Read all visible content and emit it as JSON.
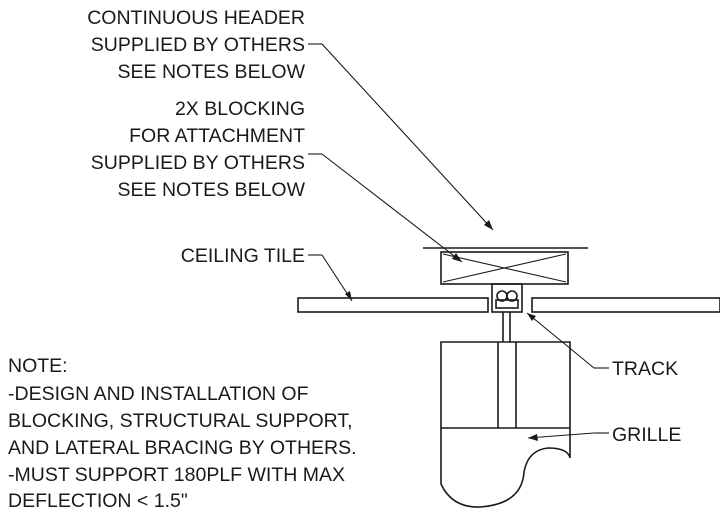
{
  "labels": {
    "header": [
      "CONTINUOUS HEADER",
      "SUPPLIED BY OTHERS",
      "SEE NOTES BELOW"
    ],
    "blocking": [
      "2X BLOCKING",
      "FOR ATTACHMENT",
      "SUPPLIED BY OTHERS",
      "SEE NOTES BELOW"
    ],
    "ceiling_tile": "CEILING TILE",
    "track": "TRACK",
    "grille": "GRILLE"
  },
  "note": {
    "title": "NOTE:",
    "lines": [
      "-DESIGN AND INSTALLATION OF",
      "BLOCKING, STRUCTURAL SUPPORT,",
      "AND LATERAL BRACING BY OTHERS.",
      "-MUST SUPPORT 180PLF WITH MAX",
      "DEFLECTION < 1.5\""
    ]
  }
}
